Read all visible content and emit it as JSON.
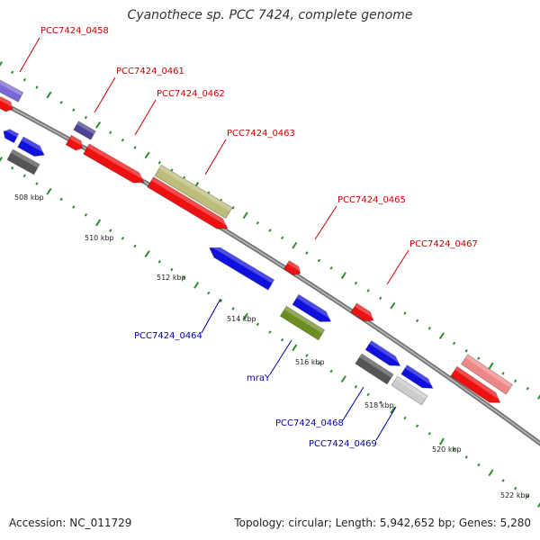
{
  "title": "Cyanothece sp. PCC 7424, complete genome",
  "footer": {
    "accession": "Accession: NC_011729",
    "topology": "Topology: circular; Length: 5,942,652 bp; Genes: 5,280"
  },
  "colors": {
    "backbone": "#8a8a8a",
    "tick_dots": "#2e8b2e",
    "forward_label": "#cc0000",
    "reverse_label": "#0000aa"
  },
  "ticks": [
    "508 kbp",
    "510 kbp",
    "512 kbp",
    "514 kbp",
    "516 kbp",
    "518 kbp",
    "520 kbp",
    "522 kbp"
  ],
  "labels": [
    {
      "text": "PCC7424_0458",
      "strand": "forward"
    },
    {
      "text": "PCC7424_0461",
      "strand": "forward"
    },
    {
      "text": "PCC7424_0462",
      "strand": "forward"
    },
    {
      "text": "PCC7424_0463",
      "strand": "forward"
    },
    {
      "text": "PCC7424_0465",
      "strand": "forward"
    },
    {
      "text": "PCC7424_0467",
      "strand": "forward"
    },
    {
      "text": "PCC7424_0464",
      "strand": "reverse"
    },
    {
      "text": "mraY",
      "strand": "reverse"
    },
    {
      "text": "PCC7424_0468",
      "strand": "reverse"
    },
    {
      "text": "PCC7424_0469",
      "strand": "reverse"
    }
  ]
}
